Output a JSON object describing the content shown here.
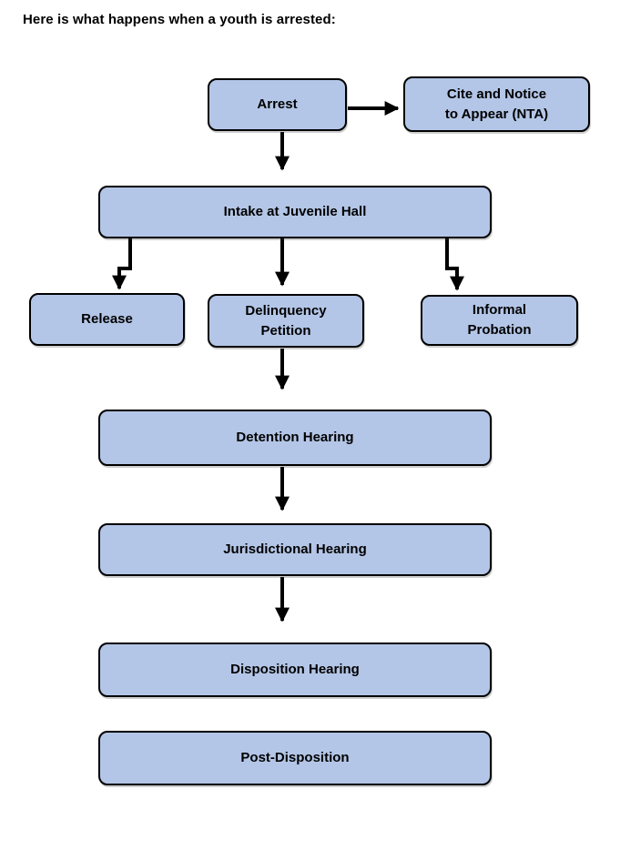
{
  "title": "Here is what happens when a youth is arrested:",
  "diagram": {
    "type": "flowchart",
    "nodes": {
      "arrest": {
        "label": "Arrest"
      },
      "nta": {
        "label": "Cite and Notice\nto Appear (NTA)"
      },
      "intake": {
        "label": "Intake at Juvenile Hall"
      },
      "release": {
        "label": "Release"
      },
      "delinquency_petition": {
        "label": "Delinquency\nPetition"
      },
      "informal_probation": {
        "label": "Informal\nProbation"
      },
      "detention_hearing": {
        "label": "Detention Hearing"
      },
      "jurisdictional_hearing": {
        "label": "Jurisdictional Hearing"
      },
      "disposition_hearing": {
        "label": "Disposition Hearing"
      },
      "post_disposition": {
        "label": "Post-Disposition"
      }
    },
    "edges": [
      {
        "from": "arrest",
        "to": "nta"
      },
      {
        "from": "arrest",
        "to": "intake"
      },
      {
        "from": "intake",
        "to": "release"
      },
      {
        "from": "intake",
        "to": "delinquency_petition"
      },
      {
        "from": "intake",
        "to": "informal_probation"
      },
      {
        "from": "delinquency_petition",
        "to": "detention_hearing"
      },
      {
        "from": "detention_hearing",
        "to": "jurisdictional_hearing"
      },
      {
        "from": "jurisdictional_hearing",
        "to": "disposition_hearing"
      }
    ],
    "colors": {
      "node_fill": "#b4c6e7",
      "node_border": "#000000",
      "arrow": "#000000",
      "text": "#000000",
      "background": "#ffffff"
    }
  }
}
